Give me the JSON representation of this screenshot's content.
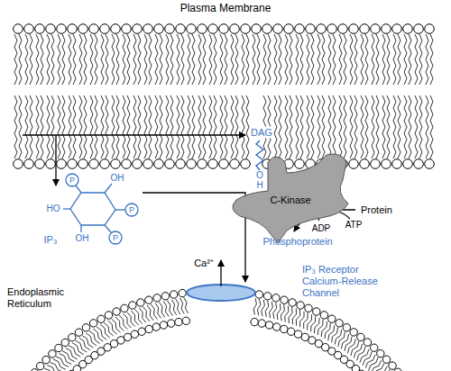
{
  "diagram": {
    "nodes": [
      {
        "text": [
          "C-Kinase"
        ]
      }
    ],
    "labels": [
      "Plasma Membrane",
      "DAG",
      "O",
      "H",
      "P",
      "OH",
      "HO",
      "P",
      "IP₃",
      "OH",
      "P",
      "Ca²⁺",
      "Endoplasmic Reticulum",
      "IP₃ Receptor Calcium-Release Channel",
      "Protein",
      "ADP",
      "ATP",
      "Phosphoprotein"
    ]
  }
}
